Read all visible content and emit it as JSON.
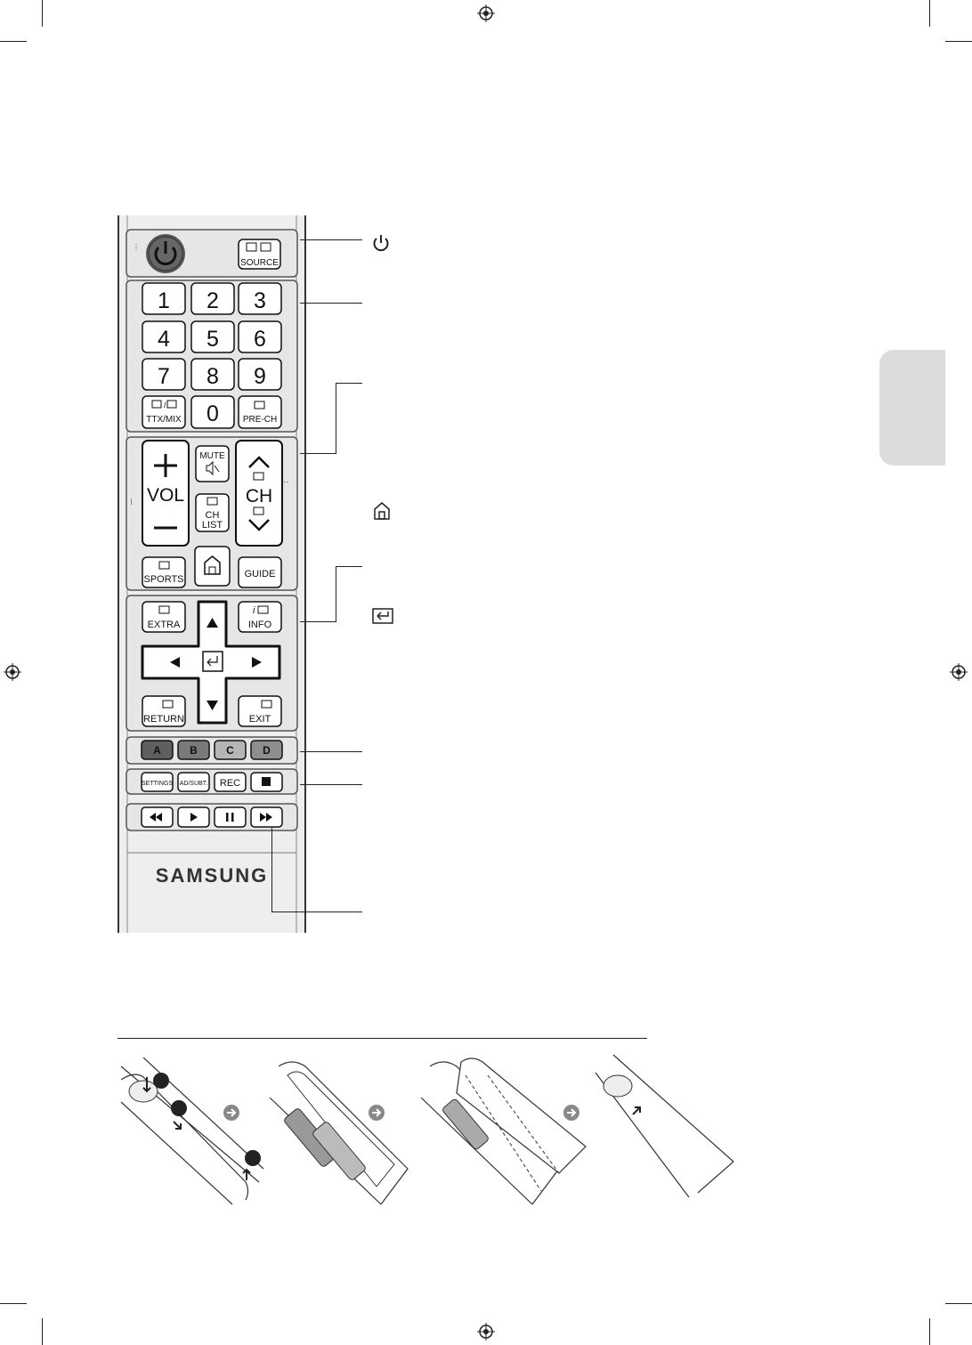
{
  "remote": {
    "source_label": "SOURCE",
    "numbers": [
      "1",
      "2",
      "3",
      "4",
      "5",
      "6",
      "7",
      "8",
      "9",
      "0"
    ],
    "ttx_label": "TTX/MIX",
    "prech_label": "PRE-CH",
    "vol_label": "VOL",
    "mute_label": "MUTE",
    "ch_label": "CH",
    "chlist_label_1": "CH",
    "chlist_label_2": "LIST",
    "sports_label": "SPORTS",
    "guide_label": "GUIDE",
    "extra_label": "EXTRA",
    "info_label": "INFO",
    "info_i": "i",
    "return_label": "RETURN",
    "exit_label": "EXIT",
    "color_buttons": [
      "A",
      "B",
      "C",
      "D"
    ],
    "settings_label": "SETTINGS",
    "adsubt_label": "AD/SUBT.",
    "rec_label": "REC",
    "brand": "SAMSUNG"
  },
  "callouts": {
    "power_icon": "power-icon",
    "home_icon": "home-icon",
    "enter_icon": "enter-icon"
  },
  "battery_steps": {
    "step_markers": [
      "",
      "",
      ""
    ]
  },
  "colors": {
    "remote_body": "#eeeeee",
    "section_border": "#555555",
    "tab": "#dcdcdc",
    "btn_a": "#5f5f5f",
    "btn_b": "#7a7a7a",
    "btn_c": "#b5b5b5",
    "btn_d": "#8e8e8e"
  }
}
